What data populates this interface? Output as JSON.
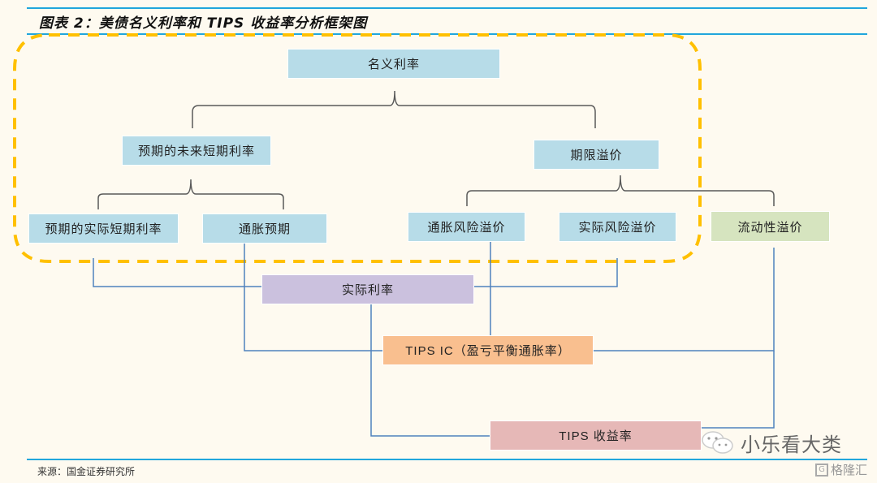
{
  "figure": {
    "title": "图表 2：美债名义利率和 TIPS 收益率分析框架图",
    "source": "来源：国金证券研究所"
  },
  "nodes": {
    "nominal_rate": "名义利率",
    "expected_future_short_rate": "预期的未来短期利率",
    "term_premium": "期限溢价",
    "expected_real_short_rate": "预期的实际短期利率",
    "inflation_expectation": "通胀预期",
    "inflation_risk_premium": "通胀风险溢价",
    "real_risk_premium": "实际风险溢价",
    "liquidity_premium": "流动性溢价",
    "real_rate": "实际利率",
    "tips_ic": "TIPS IC（盈亏平衡通胀率）",
    "tips_yield": "TIPS 收益率"
  },
  "watermark": {
    "text": "小乐看大类",
    "logo_text": "格隆汇"
  },
  "colors": {
    "rule": "#21a6dc",
    "dashed_group": "#ffc000",
    "bracket": "#595959",
    "connector": "#4f81bd",
    "blue_box": "#b7dce8",
    "green_box": "#d6e4bf",
    "purple_box": "#cbc1de",
    "orange_box": "#f9bf8f",
    "pink_box": "#e6b8b7"
  }
}
